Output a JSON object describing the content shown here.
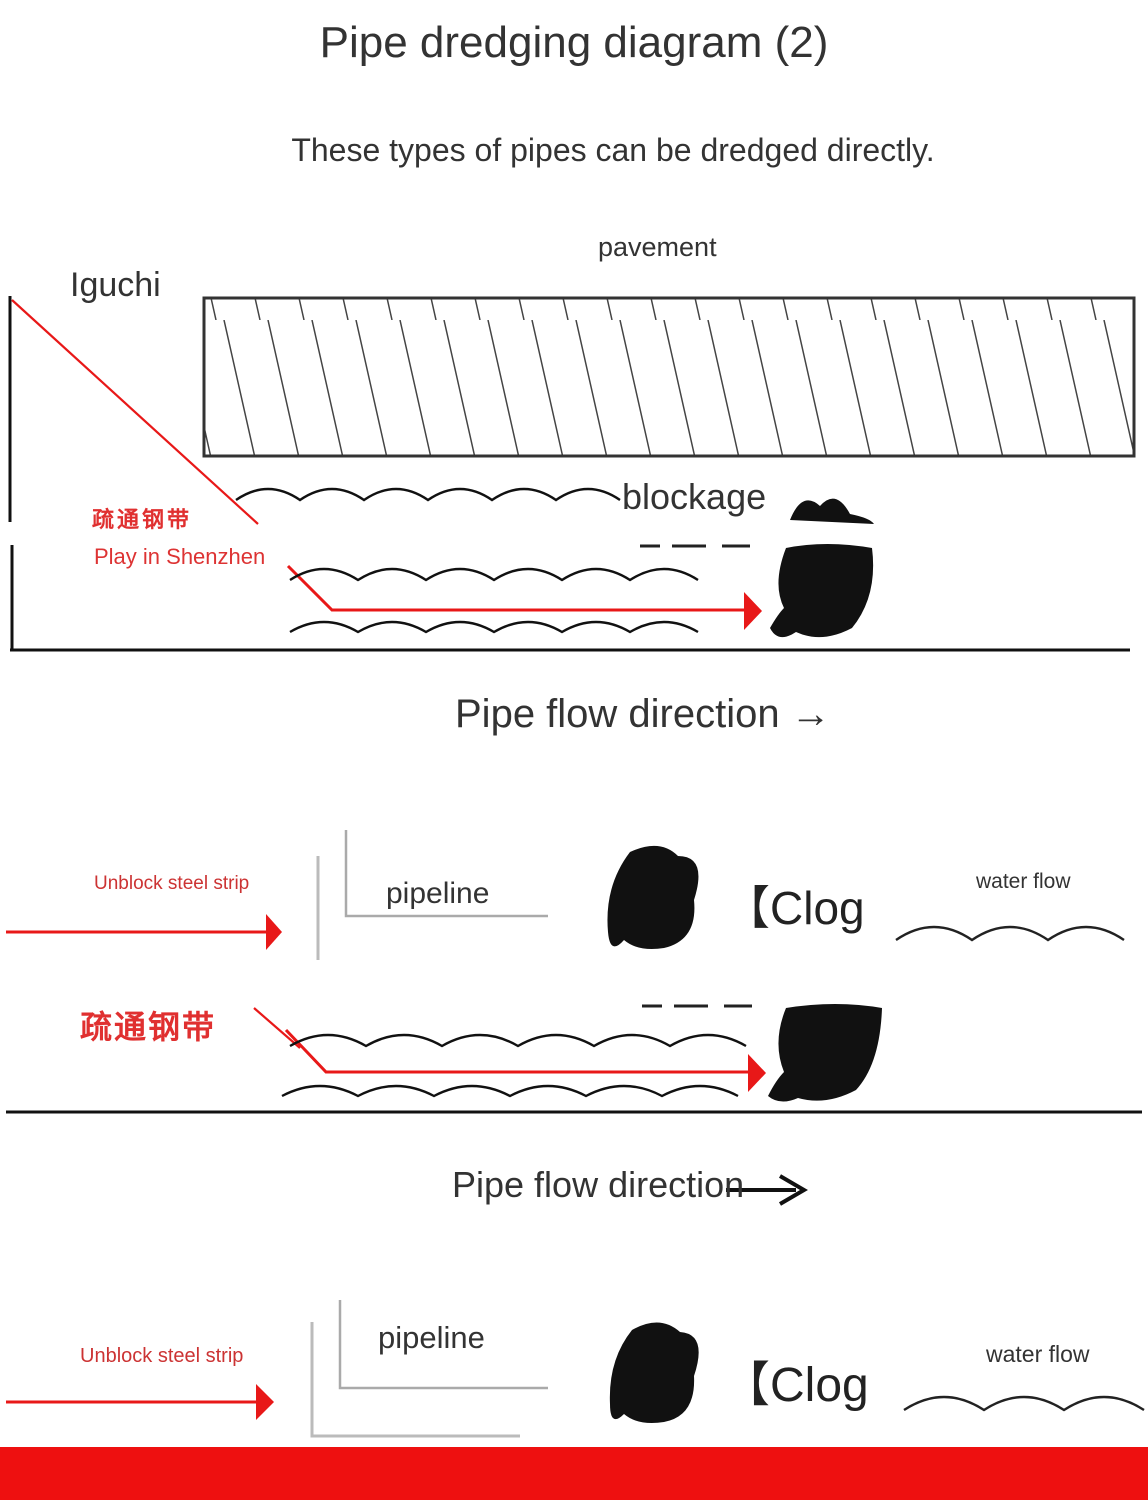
{
  "title": "Pipe dredging diagram (2)",
  "subtitle": "These types of pipes can be dredged directly.",
  "top_diagram": {
    "pavement_label": "pavement",
    "inlet_label": "Iguchi",
    "blockage_label": "blockage",
    "red_label": "疏通钢带",
    "red_sublabel": "Play in Shenzhen",
    "flow_label": "Pipe flow direction →"
  },
  "legend_1": {
    "steel_strip_label": "Unblock steel strip",
    "pipeline_label": "pipeline",
    "clog_label": "【Clog",
    "water_flow_label": "water flow"
  },
  "middle_diagram": {
    "red_label": "疏通钢带",
    "flow_label": "Pipe flow direction"
  },
  "legend_2": {
    "steel_strip_label": "Unblock steel strip",
    "pipeline_label": "pipeline",
    "clog_label": "【Clog",
    "water_flow_label": "water flow"
  },
  "colors": {
    "steel_strip": "#e81818",
    "bottom_bar": "#ee1010",
    "ink": "#111111",
    "gray_line": "#aaaaaa"
  },
  "icons": [
    "arrow-right-icon",
    "clog-blob-icon",
    "wave-icon"
  ]
}
